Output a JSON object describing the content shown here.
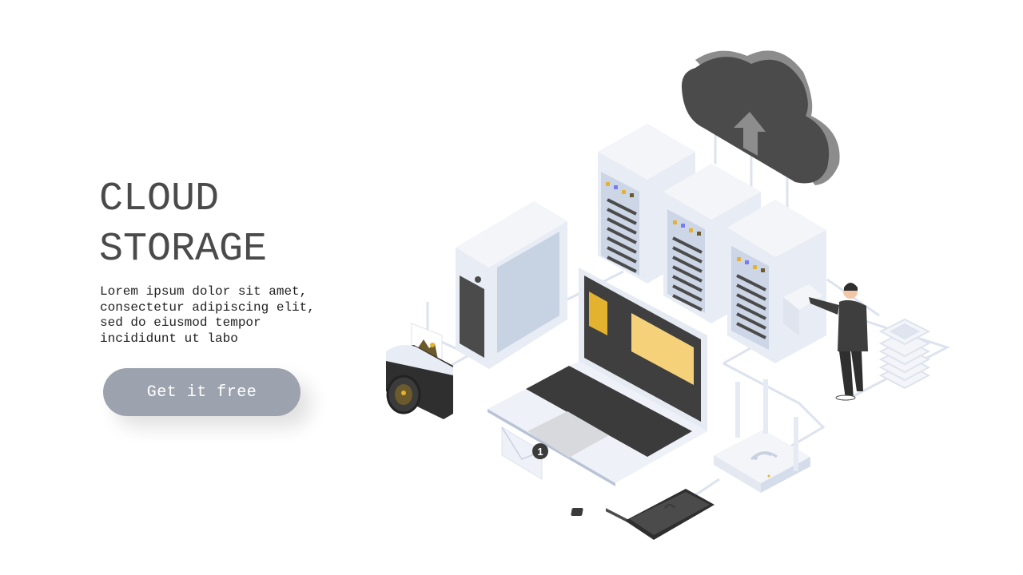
{
  "hero": {
    "title_line1": "CLOUD",
    "title_line2": "STORAGE",
    "description": "Lorem ipsum dolor sit amet, consectetur adipiscing elit, sed do eiusmod tempor incididunt ut labo",
    "cta_label": "Get it free"
  },
  "illustration": {
    "mail_badge": "1",
    "colors": {
      "dark": "#4b4b4b",
      "light_panel": "#e6eaf2",
      "accent_yellow": "#e3b22f",
      "button_gray": "#9da3ae"
    },
    "icons": [
      "cloud-upload-icon",
      "server-icon",
      "laptop-icon",
      "camera-icon",
      "mail-icon",
      "router-icon",
      "smartphone-icon",
      "person-figure",
      "stack-icon"
    ]
  }
}
